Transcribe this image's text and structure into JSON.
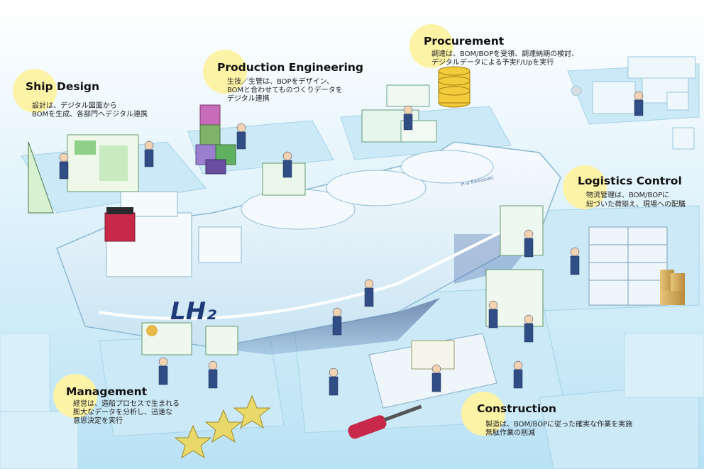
{
  "stations": {
    "ship_design": {
      "title": "Ship Design",
      "lines": [
        "設計は、デジタル図面から",
        "BOMを生成、各部門へデジタル連携"
      ]
    },
    "production_engineering": {
      "title": "Production Engineering",
      "lines": [
        "生技／生管は、BOPをデザイン、",
        "BOMと合わせてものづくりデータを",
        "デジタル連携"
      ]
    },
    "procurement": {
      "title": "Procurement",
      "lines": [
        "調達は、BOM/BOPを受領、調達納期の検討、",
        "デジタルデータによる予実F/Upを実行"
      ]
    },
    "logistics_control": {
      "title": "Logistics Control",
      "lines": [
        "物流管理は、BOM/BOPに",
        "紐づいた荷揃え、現場への配膳"
      ]
    },
    "management": {
      "title": "Management",
      "lines": [
        "経営は、造船プロセスで生まれる",
        "膨大なデータを分析し、迅速な",
        "意思決定を実行"
      ]
    },
    "construction": {
      "title": "Construction",
      "lines": [
        "製造は、BOM/BOPに従った確実な作業を実施",
        "無駄作業の削減"
      ]
    }
  },
  "ship": {
    "hull_mark": "LH₂",
    "side_text": "H-a Kawasaki"
  },
  "colors": {
    "sky": "#d7eefa",
    "platform": "#bfe3f5",
    "accent_yellow": "#fdf3a6",
    "ship_hull": "#eaf5fb",
    "navy": "#1e3a78",
    "funnel": "#c8284a"
  }
}
